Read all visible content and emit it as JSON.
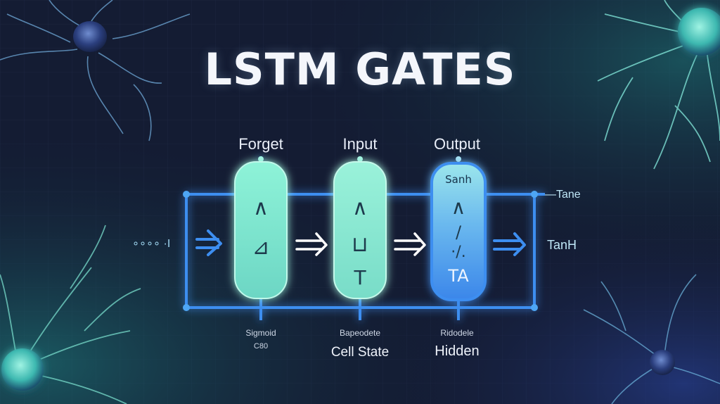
{
  "title": "LSTM GATES",
  "gates": [
    {
      "label": "Forget",
      "glyphs": [
        "∧",
        "⊿"
      ],
      "bottom_label": "Sigmoid",
      "bottom_sub": "C80"
    },
    {
      "label": "Input",
      "glyphs": [
        "∧",
        "⊔",
        "T"
      ],
      "bottom_label": "Bapeodete",
      "bottom_sub": "Cell State"
    },
    {
      "label": "Output",
      "top_text": "Sanh",
      "glyphs": [
        "∧",
        "/",
        "·/."
      ],
      "bottom_text": "TA",
      "bottom_label": "Ridodele",
      "bottom_sub": "Hidden"
    }
  ],
  "left_input": "∘∘∘∘ ·I",
  "right_top": "—Tane",
  "right_mid": "TanH",
  "colors": {
    "accent": "#3d8ef0",
    "gate_teal": "#8ff0d8",
    "gate_blue": "#4a9af0",
    "bg": "#141c33"
  }
}
